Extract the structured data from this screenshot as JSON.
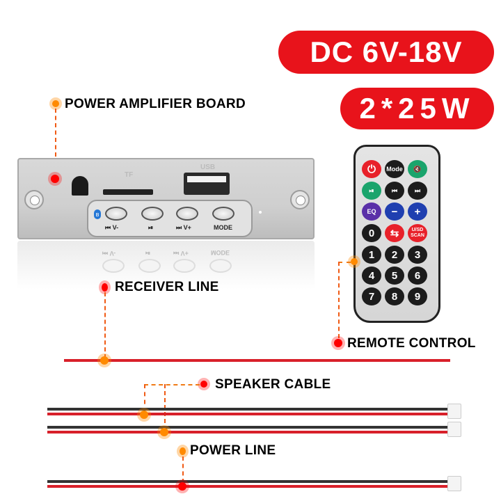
{
  "specs": {
    "voltage": "DC 6V-18V",
    "power": "2*25W"
  },
  "labels": {
    "power_amplifier_board": "POWER AMPLIFIER BOARD",
    "receiver_line": "RECEIVER LINE",
    "remote_control": "REMOTE CONTROL",
    "speaker_cable": "SPEAKER CABLE",
    "power_line": "POWER LINE"
  },
  "board": {
    "tf_label": "TF",
    "usb_label": "USB",
    "buttons": [
      {
        "label": "⏮ V-"
      },
      {
        "label": "⏯"
      },
      {
        "label": "⏭ V+"
      },
      {
        "label": "MODE"
      }
    ],
    "bluetooth_glyph": "ʙ"
  },
  "remote": {
    "buttons": [
      {
        "label": "⏻",
        "color": "#e8212a"
      },
      {
        "label": "Mode",
        "color": "#1c1c1c"
      },
      {
        "label": "🔇",
        "color": "#1aa46c"
      },
      {
        "label": "⏯",
        "color": "#1aa46c"
      },
      {
        "label": "⏮",
        "color": "#1c1c1c"
      },
      {
        "label": "⏭",
        "color": "#1c1c1c"
      },
      {
        "label": "EQ",
        "color": "#5a2fa8"
      },
      {
        "label": "−",
        "color": "#1f3fb0"
      },
      {
        "label": "+",
        "color": "#1f3fb0"
      },
      {
        "label": "0",
        "color": "#1c1c1c"
      },
      {
        "label": "⇆",
        "color": "#e8212a"
      },
      {
        "label": "U/SD SCAN",
        "color": "#e8212a"
      },
      {
        "label": "1",
        "color": "#1c1c1c"
      },
      {
        "label": "2",
        "color": "#1c1c1c"
      },
      {
        "label": "3",
        "color": "#1c1c1c"
      },
      {
        "label": "4",
        "color": "#1c1c1c"
      },
      {
        "label": "5",
        "color": "#1c1c1c"
      },
      {
        "label": "6",
        "color": "#1c1c1c"
      },
      {
        "label": "7",
        "color": "#1c1c1c"
      },
      {
        "label": "8",
        "color": "#1c1c1c"
      },
      {
        "label": "9",
        "color": "#1c1c1c"
      }
    ]
  },
  "colors": {
    "accent_red": "#e8131b",
    "callout_orange": "#ff8a00"
  }
}
